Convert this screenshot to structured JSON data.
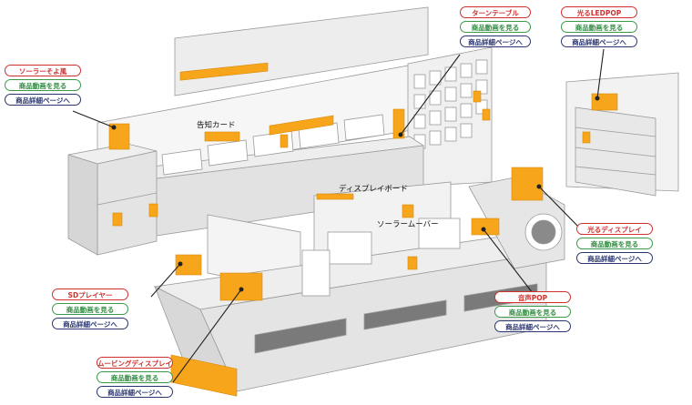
{
  "callouts": [
    {
      "title": "ソーラーそよ風",
      "video": "商品動画を見る",
      "detail": "商品詳細ページへ"
    },
    {
      "title": "ターンテーブル",
      "video": "商品動画を見る",
      "detail": "商品詳細ページへ"
    },
    {
      "title": "光るLEDPOP",
      "video": "商品動画を見る",
      "detail": "商品詳細ページへ"
    },
    {
      "title": "光るディスプレイ",
      "video": "商品動画を見る",
      "detail": "商品詳細ページへ"
    },
    {
      "title": "音声POP",
      "video": "商品動画を見る",
      "detail": "商品詳細ページへ"
    },
    {
      "title": "SDプレイヤー",
      "video": "商品動画を見る",
      "detail": "商品詳細ページへ"
    },
    {
      "title": "ムービングディスプレイ",
      "video": "商品動画を見る",
      "detail": "商品詳細ページへ"
    }
  ],
  "scene_labels": {
    "notice_card": "告知カード",
    "display_board": "ディスプレイボード",
    "solar_mover": "ソーラームーバー"
  },
  "colors": {
    "accent_orange": "#f7a61c",
    "title_red": "#d0302d",
    "video_green": "#3a9a4a",
    "detail_navy": "#2b3670",
    "fixture_gray": "#e4e4e4",
    "outline_gray": "#9a9a9a"
  }
}
